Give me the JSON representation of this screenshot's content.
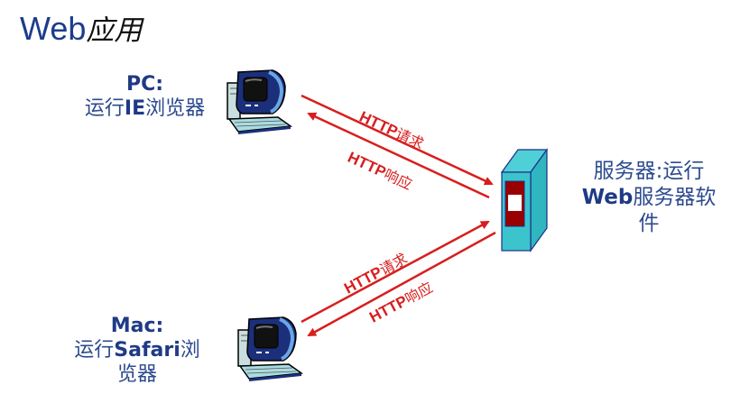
{
  "title": {
    "latin": "Web",
    "cjk": "应用"
  },
  "pc": {
    "line1": "PC:",
    "line2_prefix": "运行",
    "line2_bold": "IE",
    "line2_suffix": "浏览器",
    "icon": "desktop-computer-icon"
  },
  "mac": {
    "line1": "Mac:",
    "line2_prefix": "运行",
    "line2_bold": "Safari",
    "line2_suffix": "浏",
    "line3": "览器",
    "icon": "desktop-computer-icon"
  },
  "server": {
    "line1": "服务器:运行",
    "line2_bold": "Web",
    "line2_suffix": "服务器软",
    "line3": "件",
    "icon": "server-tower-icon"
  },
  "arrows": {
    "top_request": {
      "latin": "HTTP",
      "cjk": "请求"
    },
    "top_response": {
      "latin": "HTTP",
      "cjk": "响应"
    },
    "bottom_request": {
      "latin": "HTTP",
      "cjk": "请求"
    },
    "bottom_response": {
      "latin": "HTTP",
      "cjk": "响应"
    }
  },
  "colors": {
    "title_blue": "#1d3c8c",
    "label_blue": "#2c4a8e",
    "arrow_red": "#d81e1e",
    "server_teal": "#3cc4cc",
    "server_panel": "#990000"
  }
}
